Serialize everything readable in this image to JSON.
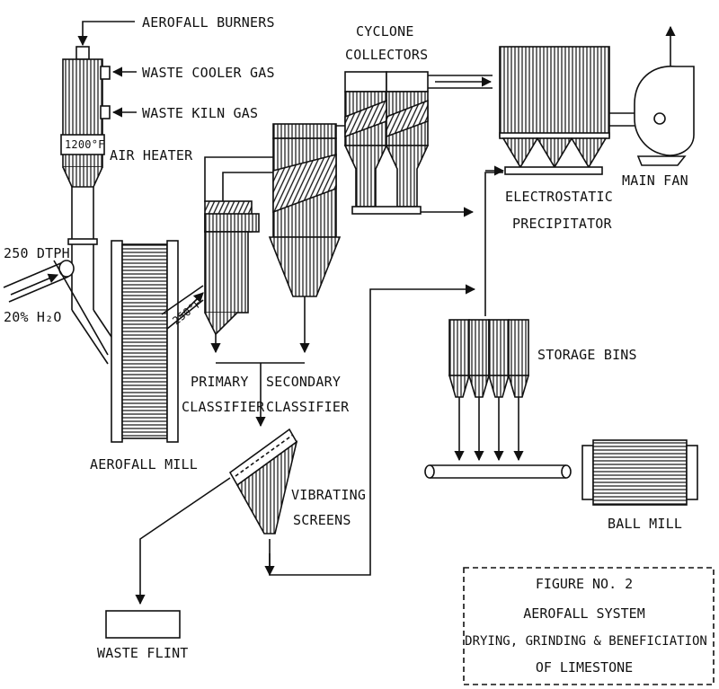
{
  "labels": {
    "aerofall_burners": "AEROFALL BURNERS",
    "waste_cooler_gas": "WASTE COOLER GAS",
    "waste_kiln_gas": "WASTE KILN GAS",
    "temp_1200": "1200°F",
    "air_heater": "AIR HEATER",
    "feed_rate": "250 DTPH",
    "moisture": "20% H₂O",
    "temp_250": "250°F",
    "aerofall_mill": "AEROFALL MILL",
    "primary_classifier_l1": "PRIMARY",
    "primary_classifier_l2": "CLASSIFIER",
    "secondary_classifier_l1": "SECONDARY",
    "secondary_classifier_l2": "CLASSIFIER",
    "cyclone_collectors_l1": "CYCLONE",
    "cyclone_collectors_l2": "COLLECTORS",
    "electrostatic_l1": "ELECTROSTATIC",
    "electrostatic_l2": "PRECIPITATOR",
    "main_fan": "MAIN FAN",
    "storage_bins": "STORAGE BINS",
    "vibrating_screens_l1": "VIBRATING",
    "vibrating_screens_l2": "SCREENS",
    "ball_mill": "BALL MILL",
    "waste_flint": "WASTE FLINT"
  },
  "caption": {
    "figure_no": "FIGURE NO. 2",
    "title": "AEROFALL SYSTEM",
    "subtitle_l1": "DRYING, GRINDING & BENEFICIATION",
    "subtitle_l2": "OF LIMESTONE"
  }
}
